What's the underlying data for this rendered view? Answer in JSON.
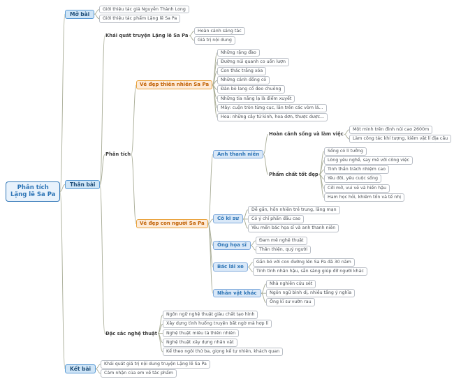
{
  "colors": {
    "edge": "#a9ad97",
    "root_bg": "#e8f2fc",
    "root_border": "#2e75b6",
    "root_text": "#2e75b6",
    "section_bg": "#cfe5f7",
    "section_border": "#5b9bd5",
    "section_text": "#1f4e79",
    "branch_text": "#3d3d3d",
    "orange_bg": "#fdebd9",
    "orange_border": "#e9a23b",
    "orange_text": "#c05f00",
    "blue_bg": "#d9e8f8",
    "blue_border": "#7faadc",
    "blue_text": "#2e75b6",
    "leaf_bg": "#ffffff",
    "leaf_border": "#b9bec6",
    "leaf_text": "#4a4f55"
  },
  "tree": {
    "label": "Phân tích\nLặng lẽ Sa Pa",
    "type": "root",
    "children": [
      {
        "label": "Mở bài",
        "type": "section",
        "children": [
          {
            "label": "Giới thiệu tác giả Nguyễn Thành Long",
            "type": "leaf"
          },
          {
            "label": "Giới thiệu tác phẩm Lặng lẽ Sa Pa",
            "type": "leaf"
          }
        ]
      },
      {
        "label": "Thân bài",
        "type": "section",
        "children": [
          {
            "label": "Khái quát truyện Lặng lẽ Sa Pa",
            "type": "branch",
            "children": [
              {
                "label": "Hoàn cảnh sáng tác",
                "type": "leaf"
              },
              {
                "label": "Giá trị nội dung",
                "type": "leaf"
              }
            ]
          },
          {
            "label": "Phân tích",
            "type": "branch",
            "children": [
              {
                "label": "Vẻ đẹp thiên nhiên Sa Pa",
                "type": "topic-orange",
                "children": [
                  {
                    "label": "Những rặng đào",
                    "type": "leaf"
                  },
                  {
                    "label": "Đường núi quanh co uốn lượn",
                    "type": "leaf"
                  },
                  {
                    "label": "Con thác trắng xóa",
                    "type": "leaf"
                  },
                  {
                    "label": "Những cánh đồng cỏ",
                    "type": "leaf"
                  },
                  {
                    "label": "Đàn bò lang cổ đeo chuông",
                    "type": "leaf"
                  },
                  {
                    "label": "Những tia nắng lạ là điểm xuyết",
                    "type": "leaf"
                  },
                  {
                    "label": "Mây: cuộn tròn từng cục, lăn trên các vòm lá...",
                    "type": "leaf"
                  },
                  {
                    "label": "Hoa: những cây tử kinh, hoa dơn, thược dược...",
                    "type": "leaf"
                  }
                ]
              },
              {
                "label": "Vẻ đẹp con người Sa Pa",
                "type": "topic-orange",
                "children": [
                  {
                    "label": "Anh thanh niên",
                    "type": "topic-blue",
                    "children": [
                      {
                        "label": "Hoàn cảnh sống và làm việc",
                        "type": "branch",
                        "children": [
                          {
                            "label": "Một mình trên đỉnh núi cao 2600m",
                            "type": "leaf"
                          },
                          {
                            "label": "Làm công tác khí tượng, kiêm vật lí địa cầu",
                            "type": "leaf"
                          }
                        ]
                      },
                      {
                        "label": "Phẩm chất tốt đẹp",
                        "type": "branch",
                        "children": [
                          {
                            "label": "Sống có lí tưởng",
                            "type": "leaf"
                          },
                          {
                            "label": "Lòng yêu nghề, say mê với công việc",
                            "type": "leaf"
                          },
                          {
                            "label": "Tinh thần trách nhiệm cao",
                            "type": "leaf"
                          },
                          {
                            "label": "Yêu đời, yêu cuộc sống",
                            "type": "leaf"
                          },
                          {
                            "label": "Cởi mở, vui vẻ và hiền hậu",
                            "type": "leaf"
                          },
                          {
                            "label": "Ham học hỏi, khiêm tốn và tế nhị",
                            "type": "leaf"
                          }
                        ]
                      }
                    ]
                  },
                  {
                    "label": "Cô kĩ sư",
                    "type": "topic-blue",
                    "children": [
                      {
                        "label": "Dễ gần, hồn nhiên trẻ trung, lãng mạn",
                        "type": "leaf"
                      },
                      {
                        "label": "Có ý chí phấn đấu cao",
                        "type": "leaf"
                      },
                      {
                        "label": "Yêu mến bác họa sĩ và anh thanh niên",
                        "type": "leaf"
                      }
                    ]
                  },
                  {
                    "label": "Ông họa sĩ",
                    "type": "topic-blue",
                    "children": [
                      {
                        "label": "Đam mê nghệ thuật",
                        "type": "leaf"
                      },
                      {
                        "label": "Thân thiện, quý người",
                        "type": "leaf"
                      }
                    ]
                  },
                  {
                    "label": "Bác lái xe",
                    "type": "topic-blue",
                    "children": [
                      {
                        "label": "Gắn bó với con đường lên Sa Pa đã 30 năm",
                        "type": "leaf"
                      },
                      {
                        "label": "Tính tình nhân hậu, sẵn sàng giúp đỡ người khác",
                        "type": "leaf"
                      }
                    ]
                  },
                  {
                    "label": "Nhân vật khác",
                    "type": "topic-blue",
                    "children": [
                      {
                        "label": "Nhà nghiên cứu sét",
                        "type": "leaf"
                      },
                      {
                        "label": "Ngôn ngữ bình dị, nhiều tầng ý nghĩa",
                        "type": "leaf"
                      },
                      {
                        "label": "Ông kĩ sư vườn rau",
                        "type": "leaf"
                      }
                    ]
                  }
                ]
              }
            ]
          },
          {
            "label": "Đặc sắc nghệ thuật",
            "type": "branch",
            "children": [
              {
                "label": "Ngôn ngữ nghệ thuật giàu chất tạo hình",
                "type": "leaf"
              },
              {
                "label": "Xây dựng tình huống truyện bất ngờ mà hợp lí",
                "type": "leaf"
              },
              {
                "label": "Nghệ thuật miêu tả thiên nhiên",
                "type": "leaf"
              },
              {
                "label": "Nghệ thuật xây dựng nhân vật",
                "type": "leaf"
              },
              {
                "label": "Kể theo ngôi thứ ba, giọng kể tự nhiên, khách quan",
                "type": "leaf"
              }
            ]
          }
        ]
      },
      {
        "label": "Kết bài",
        "type": "section",
        "children": [
          {
            "label": "Khái quát giá trị nội dung truyện Lặng lẽ Sa Pa",
            "type": "leaf"
          },
          {
            "label": "Cảm nhận của em về tác phẩm",
            "type": "leaf"
          }
        ]
      }
    ]
  }
}
